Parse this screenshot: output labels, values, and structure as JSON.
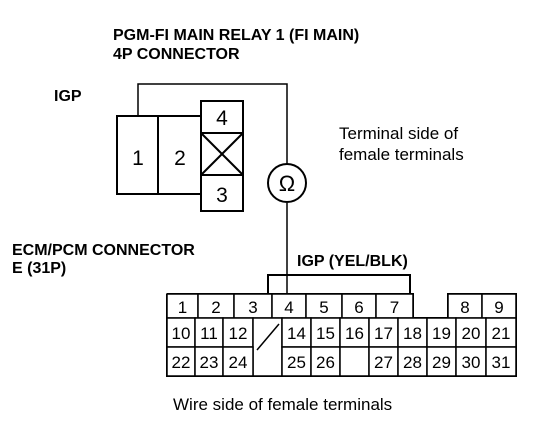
{
  "relay": {
    "title_line1": "PGM-FI MAIN RELAY 1 (FI MAIN)",
    "title_line2": "4P CONNECTOR",
    "igp_label": "IGP",
    "pins": [
      "1",
      "2",
      "4",
      "3"
    ]
  },
  "terminal_note": {
    "line1": "Terminal side of",
    "line2": "female terminals"
  },
  "meter": {
    "symbol": "Ω"
  },
  "ecm": {
    "title_line1": "ECM/PCM CONNECTOR",
    "title_line2": "E (31P)",
    "wire_label": "IGP (YEL/BLK)",
    "row1": [
      "1",
      "2",
      "3",
      "4",
      "5",
      "6",
      "7",
      "",
      "8",
      "9"
    ],
    "row2": [
      "10",
      "11",
      "12",
      "",
      "14",
      "15",
      "16",
      "17",
      "18",
      "19",
      "20",
      "21"
    ],
    "row3": [
      "22",
      "23",
      "24",
      "",
      "25",
      "26",
      "",
      "27",
      "28",
      "29",
      "30",
      "31"
    ]
  },
  "wire_note": "Wire side of female terminals"
}
